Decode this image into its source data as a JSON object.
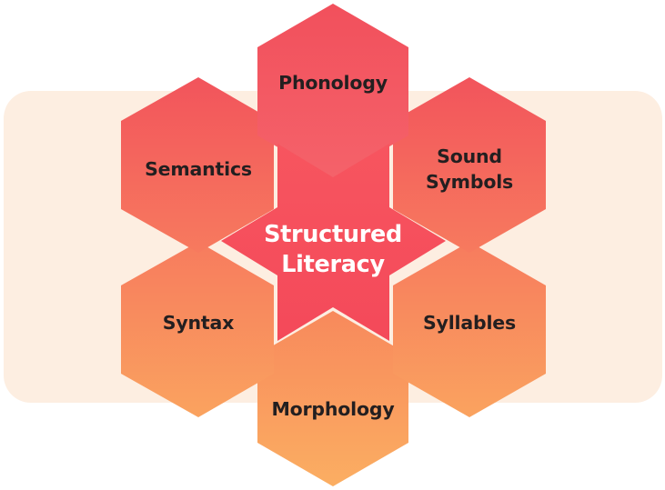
{
  "diagram": {
    "title": "Structured Literacy",
    "type": "hexagon-cluster",
    "center": {
      "name": "center-star",
      "label_line1": "Structured",
      "label_line2": "Literacy",
      "text_color": "#ffffff",
      "fill_top": "#f7555f",
      "fill_bottom": "#f4495a"
    },
    "background_panel": {
      "name": "background-panel",
      "color": "#fdeee1",
      "corner_radius": "30"
    },
    "palette": {
      "red": "#f2555c",
      "coral": "#f4616a",
      "orange_mid": "#f8845c",
      "orange": "#f99a5c",
      "label_dark": "#231f20",
      "canvas": "#ffffff"
    },
    "petals": [
      {
        "name": "hex-phonology",
        "label": "Phonology",
        "lines": [
          "Phonology"
        ],
        "position": "top",
        "fill_top": "#f2505c",
        "fill_bottom": "#f4626a"
      },
      {
        "name": "hex-semantics",
        "label": "Semantics",
        "lines": [
          "Semantics"
        ],
        "position": "top-left",
        "fill_top": "#f2545c",
        "fill_bottom": "#f77a5e"
      },
      {
        "name": "hex-sound-symbols",
        "label": "Sound Symbols",
        "lines": [
          "Sound",
          "Symbols"
        ],
        "position": "top-right",
        "fill_top": "#f2545c",
        "fill_bottom": "#f77a5e"
      },
      {
        "name": "hex-syntax",
        "label": "Syntax",
        "lines": [
          "Syntax"
        ],
        "position": "bottom-left",
        "fill_top": "#f77b5e",
        "fill_bottom": "#faa35f"
      },
      {
        "name": "hex-syllables",
        "label": "Syllables",
        "lines": [
          "Syllables"
        ],
        "position": "bottom-right",
        "fill_top": "#f77b5e",
        "fill_bottom": "#faa35f"
      },
      {
        "name": "hex-morphology",
        "label": "Morphology",
        "lines": [
          "Morphology"
        ],
        "position": "bottom",
        "fill_top": "#f8895c",
        "fill_bottom": "#fbae62"
      }
    ]
  }
}
